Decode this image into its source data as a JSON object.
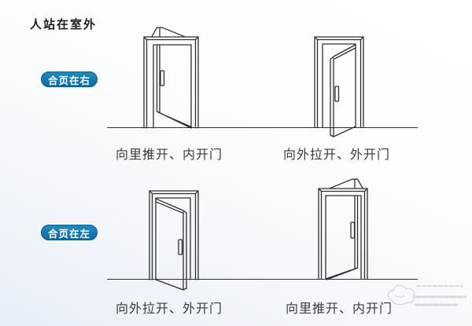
{
  "header": {
    "title": "人站在室外"
  },
  "colors": {
    "tag_bg": "#1478b0",
    "tag_border": "#0b5c8c",
    "tag_text": "#ffffff",
    "line": "#2f2f2f",
    "caption_text": "#3a3a3a",
    "title_text": "#1b1b24",
    "bg_top": "#ffffff",
    "bg_bottom": "#e8eef6"
  },
  "rows": [
    {
      "tag_label": "合页在右",
      "doors": [
        {
          "caption": "向里推开、内开门",
          "opening": "inward",
          "hinge": "right"
        },
        {
          "caption": "向外拉开、外开门",
          "opening": "outward",
          "hinge": "right"
        }
      ]
    },
    {
      "tag_label": "合页在左",
      "doors": [
        {
          "caption": "向外拉开、外开门",
          "opening": "outward",
          "hinge": "left"
        },
        {
          "caption": "向里推开、内开门",
          "opening": "inward",
          "hinge": "left"
        }
      ]
    }
  ]
}
